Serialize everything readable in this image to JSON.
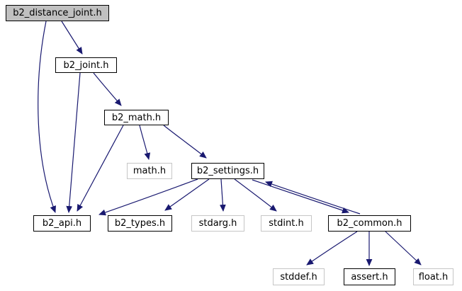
{
  "diagram": {
    "colors": {
      "edge": "#191970",
      "root_fill": "#c0c0c0",
      "node_fill": "#ffffff",
      "internal_border": "#000000",
      "external_border": "#c6c6c6",
      "text": "#000000",
      "background": "#ffffff"
    },
    "nodes": {
      "b2_distance_joint": {
        "label": "b2_distance_joint.h",
        "kind": "root"
      },
      "b2_joint": {
        "label": "b2_joint.h",
        "kind": "internal"
      },
      "b2_math": {
        "label": "b2_math.h",
        "kind": "internal"
      },
      "math": {
        "label": "math.h",
        "kind": "external"
      },
      "b2_settings": {
        "label": "b2_settings.h",
        "kind": "internal"
      },
      "b2_api": {
        "label": "b2_api.h",
        "kind": "internal"
      },
      "b2_types": {
        "label": "b2_types.h",
        "kind": "internal"
      },
      "stdarg": {
        "label": "stdarg.h",
        "kind": "external"
      },
      "stdint": {
        "label": "stdint.h",
        "kind": "external"
      },
      "b2_common": {
        "label": "b2_common.h",
        "kind": "internal"
      },
      "stddef": {
        "label": "stddef.h",
        "kind": "external"
      },
      "assert": {
        "label": "assert.h",
        "kind": "internal"
      },
      "float": {
        "label": "float.h",
        "kind": "external"
      }
    },
    "edges": [
      {
        "from": "b2_distance_joint.h",
        "to": "b2_joint.h"
      },
      {
        "from": "b2_distance_joint.h",
        "to": "b2_api.h"
      },
      {
        "from": "b2_joint.h",
        "to": "b2_math.h"
      },
      {
        "from": "b2_joint.h",
        "to": "b2_api.h"
      },
      {
        "from": "b2_math.h",
        "to": "math.h"
      },
      {
        "from": "b2_math.h",
        "to": "b2_settings.h"
      },
      {
        "from": "b2_math.h",
        "to": "b2_api.h"
      },
      {
        "from": "b2_settings.h",
        "to": "b2_api.h"
      },
      {
        "from": "b2_settings.h",
        "to": "b2_types.h"
      },
      {
        "from": "b2_settings.h",
        "to": "stdarg.h"
      },
      {
        "from": "b2_settings.h",
        "to": "stdint.h"
      },
      {
        "from": "b2_settings.h",
        "to": "b2_common.h"
      },
      {
        "from": "b2_common.h",
        "to": "b2_settings.h"
      },
      {
        "from": "b2_common.h",
        "to": "stddef.h"
      },
      {
        "from": "b2_common.h",
        "to": "assert.h"
      },
      {
        "from": "b2_common.h",
        "to": "float.h"
      }
    ]
  }
}
